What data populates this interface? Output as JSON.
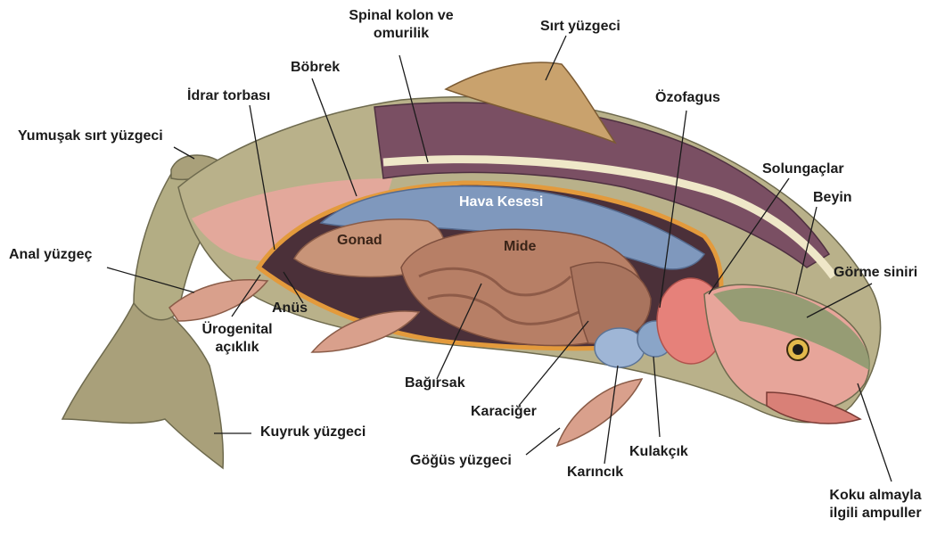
{
  "colors": {
    "background": "#ffffff",
    "label_text": "#1b1b1b",
    "leader_line": "#1b1b1b",
    "fish_skin": "#a9a07a",
    "red_stripe": "#e8a79c",
    "swim_bladder": "#7f98bd",
    "gills": "#e6817a",
    "organs": "#b77f66",
    "muscle": "#7a4f63"
  },
  "labels": {
    "spinal": "Spinal kolon ve\nomurilik",
    "sirt_yuzgeci": "Sırt yüzgeci",
    "bobrek": "Böbrek",
    "idrar": "İdrar torbası",
    "yumusak": "Yumuşak sırt yüzgeci",
    "ozofagus": "Özofagus",
    "solungaclar": "Solungaçlar",
    "beyin": "Beyin",
    "gorme": "Görme siniri",
    "anal": "Anal yüzgeç",
    "anus": "Anüs",
    "urogenital": "Ürogenital\naçıklık",
    "bagirsak": "Bağırsak",
    "karaciger": "Karaciğer",
    "kuyruk": "Kuyruk yüzgeci",
    "gogus": "Göğüs yüzgeci",
    "karincik": "Karıncık",
    "kulakcik": "Kulakçık",
    "koku": "Koku almayla\nilgili ampuller"
  },
  "inner_labels": {
    "hava_kesesi": "Hava Kesesi",
    "gonad": "Gonad",
    "mide": "Mide"
  }
}
